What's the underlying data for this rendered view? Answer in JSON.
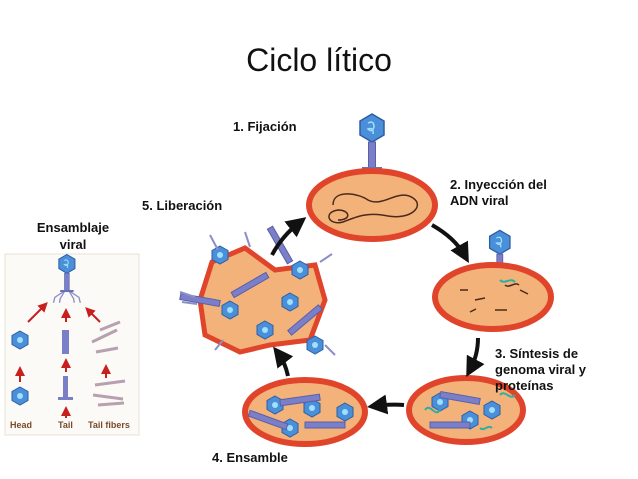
{
  "title": "Ciclo lítico",
  "steps": {
    "s1": "1. Fijación",
    "s2": [
      "2. Inyección del",
      "ADN viral"
    ],
    "s3": [
      "3. Síntesis de",
      "genoma viral y",
      "proteínas"
    ],
    "s4": "4. Ensamble",
    "s5": "5. Liberación"
  },
  "assembly": {
    "title": [
      "Ensamblaje",
      "viral"
    ],
    "labels": [
      "Head",
      "Tail",
      "Tail fibers"
    ]
  },
  "colors": {
    "cell_fill": "#f3b27a",
    "cell_border": "#e0452c",
    "phage_head": "#4a8fd8",
    "phage_tail": "#7a7fc8",
    "arrow": "#111111",
    "assembly_arrow": "#c8201e"
  }
}
